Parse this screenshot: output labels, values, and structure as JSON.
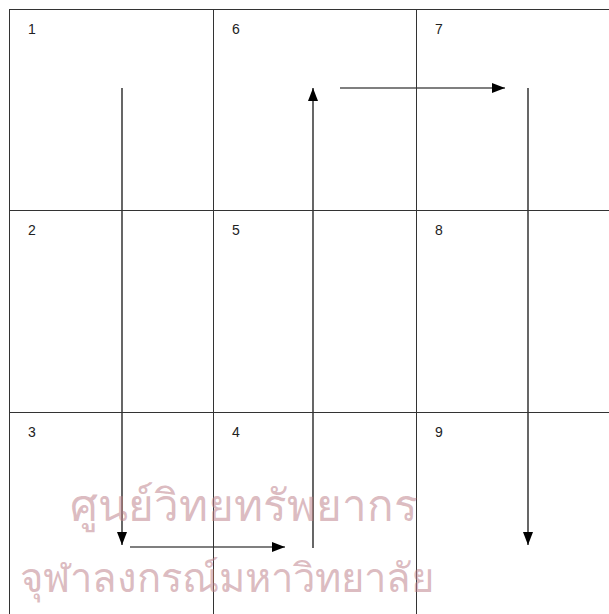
{
  "diagram": {
    "nodes": [
      {
        "text": [
          "1"
        ]
      },
      {
        "text": [
          "6"
        ]
      },
      {
        "text": [
          "7"
        ]
      },
      {
        "text": [
          "2"
        ]
      },
      {
        "text": [
          "5"
        ]
      },
      {
        "text": [
          "8"
        ]
      },
      {
        "text": [
          "3"
        ]
      },
      {
        "text": [
          "4"
        ]
      },
      {
        "text": [
          "9"
        ]
      }
    ],
    "edges": [
      {
        "from": 0,
        "to": 6,
        "arrow": "to"
      },
      {
        "from": 6,
        "to": 7,
        "arrow": "to"
      },
      {
        "from": 7,
        "to": 1,
        "arrow": "to"
      },
      {
        "from": 1,
        "to": 2,
        "arrow": "to"
      },
      {
        "from": 2,
        "to": 8,
        "arrow": "to"
      }
    ],
    "labels": [
      "ศูนย์วิทยทรัพยากร",
      "จุฬาลงกรณ์มหาวิทยาลัย"
    ]
  }
}
